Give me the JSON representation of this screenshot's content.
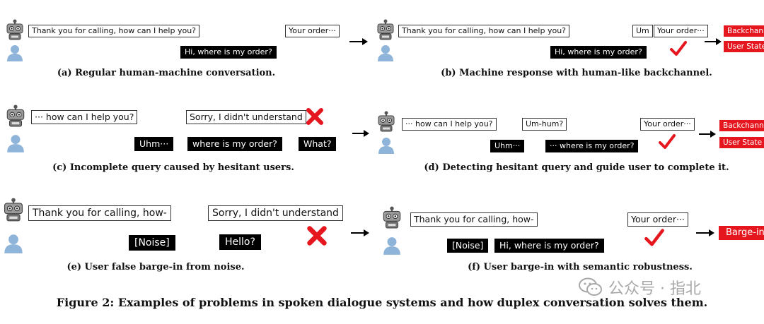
{
  "panels": {
    "a": {
      "caption": "(a) Regular human-machine conversation.",
      "machine": [
        "Thank you for calling, how can I help you?",
        "Your order···"
      ],
      "user": [
        "Hi, where is my order?"
      ]
    },
    "b": {
      "caption": "(b) Machine response with human-like backchannel.",
      "machine": [
        "Thank you for calling, how can I help you?",
        "Um",
        "Your order···"
      ],
      "user": [
        "Hi, where is my order?"
      ],
      "outputs": [
        "Backchannel",
        "User State"
      ]
    },
    "c": {
      "caption": "(c) Incomplete query caused by hesitant users.",
      "machine": [
        "··· how can I help you?",
        "Sorry, I didn't understand"
      ],
      "user": [
        "Uhm···",
        "where is my order?",
        "What?"
      ]
    },
    "d": {
      "caption": "(d) Detecting hesitant query and guide user to complete it.",
      "machine": [
        "··· how can I help you?",
        "Um-hum?",
        "Your order···"
      ],
      "user": [
        "Uhm···",
        "··· where is my order?"
      ],
      "outputs": [
        "Backchannel",
        "User State"
      ]
    },
    "e": {
      "caption": "(e) User false barge-in from noise.",
      "machine": [
        "Thank you for calling, how-",
        "Sorry, I didn't understand"
      ],
      "user": [
        "[Noise]",
        "Hello?"
      ]
    },
    "f": {
      "caption": "(f) User barge-in with semantic robustness.",
      "machine": [
        "Thank you for calling, how-",
        "Your order···"
      ],
      "user": [
        "[Noise]",
        "Hi, where is my order?"
      ],
      "outputs": [
        "Barge-in"
      ]
    }
  },
  "figure_caption": "Figure 2: Examples of problems in spoken dialogue systems and how duplex conversation solves them.",
  "watermark": "公众号 · 指北",
  "colors": {
    "accent_red": "#e5161e",
    "bubble_black": "#000000",
    "user_icon": "#8fb4d9",
    "robot_icon": "#8c8c8c"
  },
  "icons": {
    "machine": "robot-icon",
    "user": "user-icon",
    "correct": "checkmark-icon",
    "wrong": "cross-icon",
    "flow": "arrow-right-icon"
  }
}
